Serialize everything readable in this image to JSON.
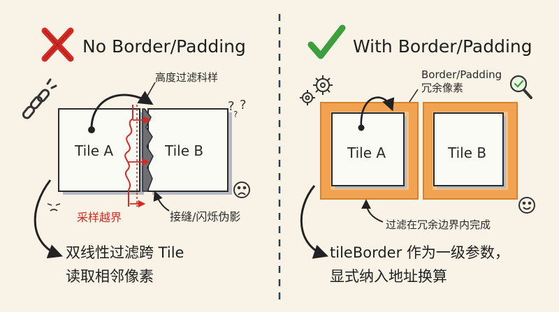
{
  "left": {
    "title": "No Border/Padding",
    "tile_a": "Tile A",
    "tile_b": "Tile B",
    "label_height_filter": "高度过滤科样",
    "label_out_of_bounds": "采样越界",
    "label_seam_artifact": "接缝/闪烁伪影",
    "note_line1": "双线性过滤跨 Tile",
    "note_line2": "读取相邻像素",
    "status_icon": "cross-icon"
  },
  "right": {
    "title": "With Border/Padding",
    "tile_a": "Tile A",
    "tile_b": "Tile B",
    "label_border_line1": "Border/Padding",
    "label_border_line2": "冗余像素",
    "label_filter_inside": "过滤在冗余边界内完成",
    "note_line1": "tileBorder 作为一级参数，",
    "note_line2": "显式纳入地址换算",
    "status_icon": "check-icon"
  },
  "colors": {
    "background": "#f8f3e6",
    "cross": "#d42a24",
    "check": "#3d9e3d",
    "border_orange": "#f2a352",
    "tile_fill": "#fbfbf6",
    "ink": "#2a2a2a"
  }
}
